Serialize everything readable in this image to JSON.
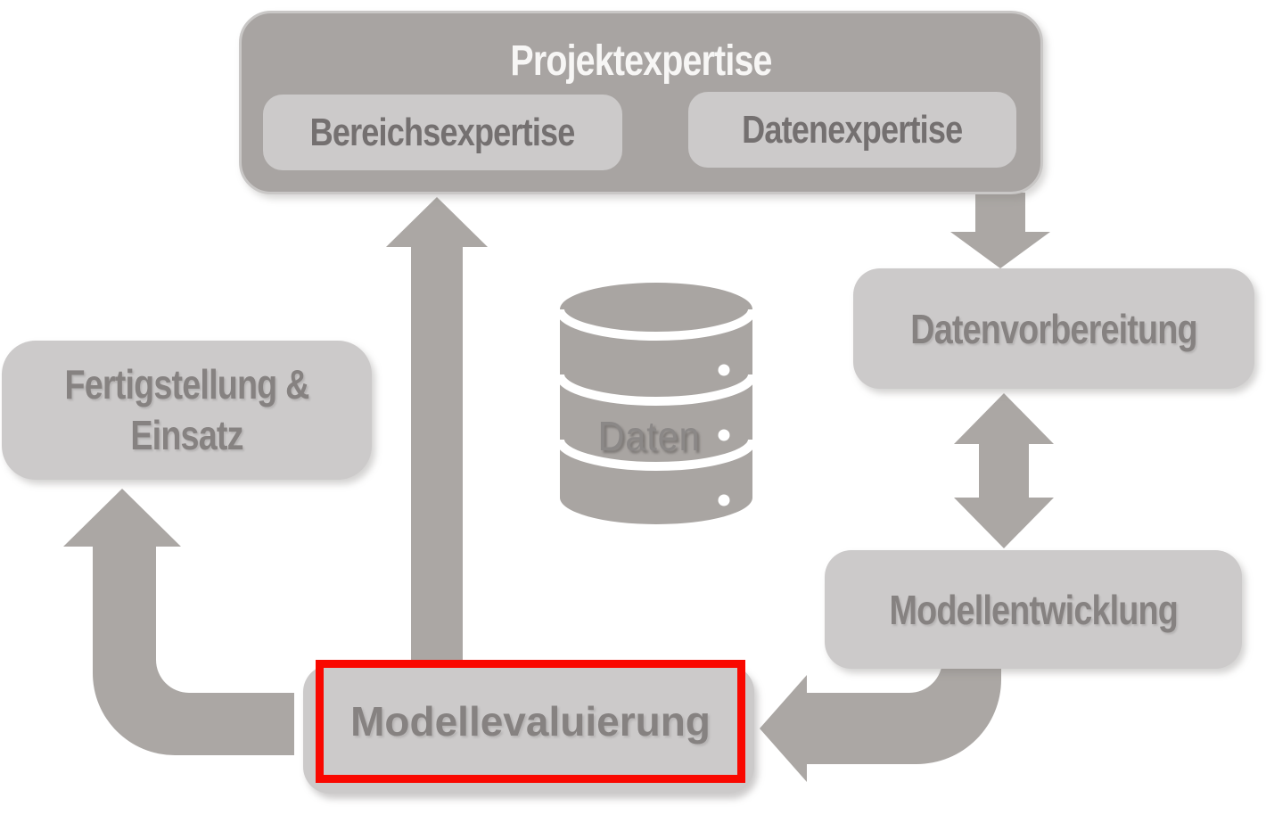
{
  "diagram": {
    "type": "process-flow",
    "language": "de",
    "project_box": {
      "label": "Projektexpertise",
      "sub_boxes": [
        {
          "label": "Bereichsexpertise"
        },
        {
          "label": "Datenexpertise"
        }
      ]
    },
    "stages": {
      "datenvorbereitung": {
        "label": "Datenvorbereitung"
      },
      "modellentwicklung": {
        "label": "Modellentwicklung"
      },
      "modellevaluierung": {
        "label": "Modellevaluierung",
        "highlighted": true,
        "highlight_style": "red-rectangle"
      },
      "fertigstellung": {
        "label": "Fertigstellung & Einsatz"
      }
    },
    "database": {
      "icon": "database-cylinder-icon",
      "label": "Daten"
    },
    "arrows": [
      {
        "name": "projekt-to-datenvorbereitung",
        "shape": "block-arrow",
        "direction": "down"
      },
      {
        "name": "datenvorbereitung-modellentwicklung",
        "shape": "block-arrow",
        "direction": "double-vertical"
      },
      {
        "name": "modellentwicklung-to-modellevaluierung",
        "shape": "elbow-block-arrow",
        "direction": "down-then-left"
      },
      {
        "name": "modellevaluierung-to-projektexpertise",
        "shape": "block-arrow",
        "direction": "up"
      },
      {
        "name": "modellevaluierung-to-fertigstellung",
        "shape": "elbow-block-arrow",
        "direction": "left-then-up"
      }
    ],
    "colors": {
      "container_fill": "#a8a4a2",
      "box_fill": "#cccaca",
      "arrow_fill": "#aba7a4",
      "title_text": "#f7f6f5",
      "sub_box_text": "#747070",
      "stage_text": "#868281",
      "daten_text": "#8b8887",
      "highlight_border": "#f90800",
      "background": "#ffffff"
    }
  }
}
